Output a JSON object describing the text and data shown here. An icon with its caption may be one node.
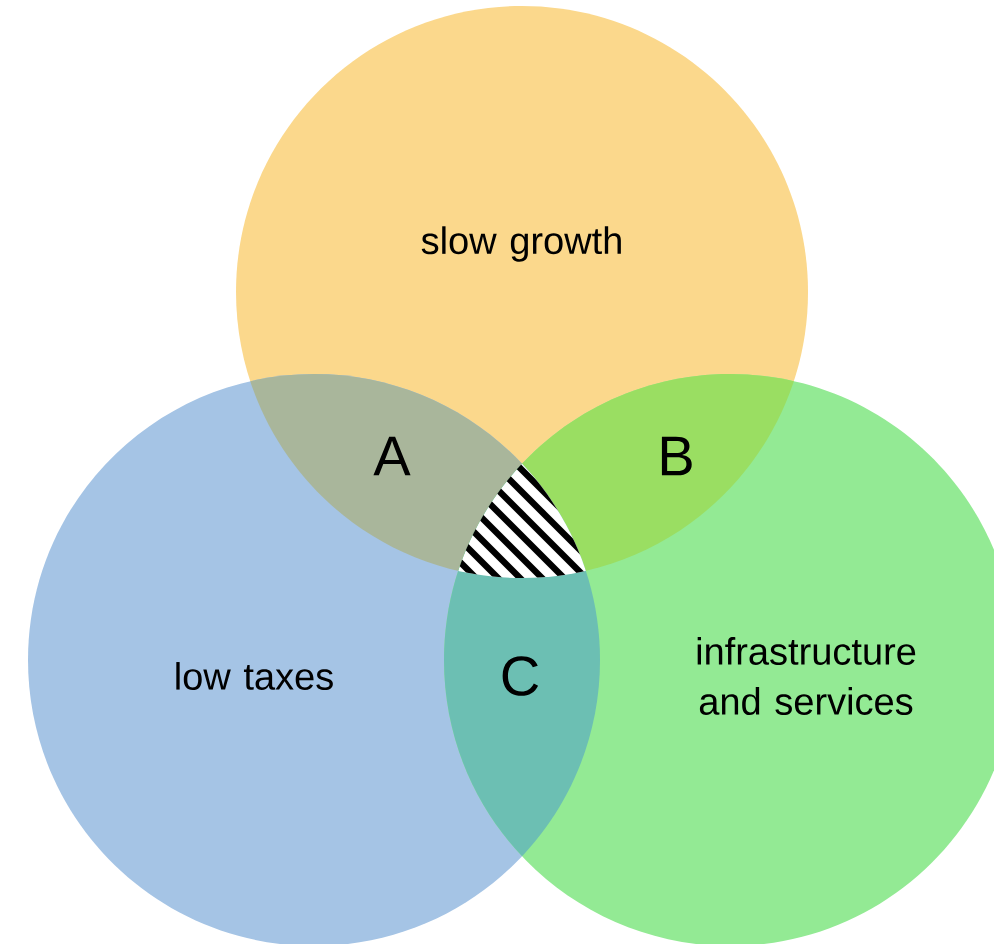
{
  "diagram": {
    "nodes": [
      {
        "text": [
          "slow growth"
        ]
      },
      {
        "text": [
          "low taxes"
        ]
      },
      {
        "text": [
          "infrastructure and services"
        ]
      }
    ],
    "labels": [
      "A",
      "B",
      "C"
    ]
  }
}
